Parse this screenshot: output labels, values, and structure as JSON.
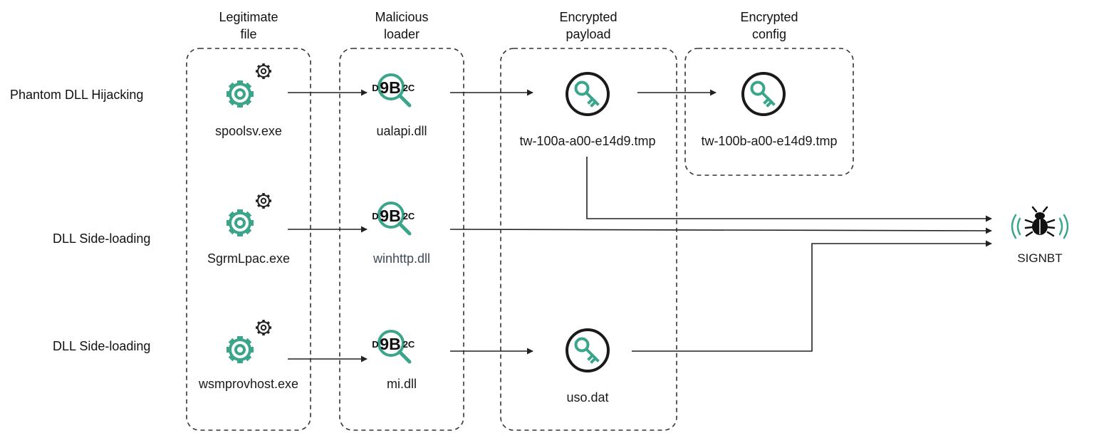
{
  "columns": [
    {
      "title": "Legitimate\nfile"
    },
    {
      "title": "Malicious\nloader"
    },
    {
      "title": "Encrypted\npayload"
    },
    {
      "title": "Encrypted\nconfig"
    }
  ],
  "rows": [
    {
      "technique": "Phantom DLL Hijacking",
      "legit_file": "spoolsv.exe",
      "loader": "ualapi.dll",
      "payload": "tw-100a-a00-e14d9.tmp",
      "config": "tw-100b-a00-e14d9.tmp"
    },
    {
      "technique": "DLL Side-loading",
      "legit_file": "SgrmLpac.exe",
      "loader": "winhttp.dll"
    },
    {
      "technique": "DLL Side-loading",
      "legit_file": "wsmprovhost.exe",
      "loader": "mi.dll",
      "payload": "uso.dat"
    }
  ],
  "loader_logo_text": {
    "left": "D",
    "main": "9B",
    "right": "2C"
  },
  "target": {
    "label": "SIGNBT",
    "icon": "bug-signal-icon"
  },
  "icons": {
    "legit": "gear-icon",
    "loader": "magnifier-icon",
    "payload": "key-icon"
  },
  "colors": {
    "accent": "#3aa58a",
    "line": "#222222",
    "box_border": "#333333",
    "alt_label": "#3d4a5c"
  }
}
